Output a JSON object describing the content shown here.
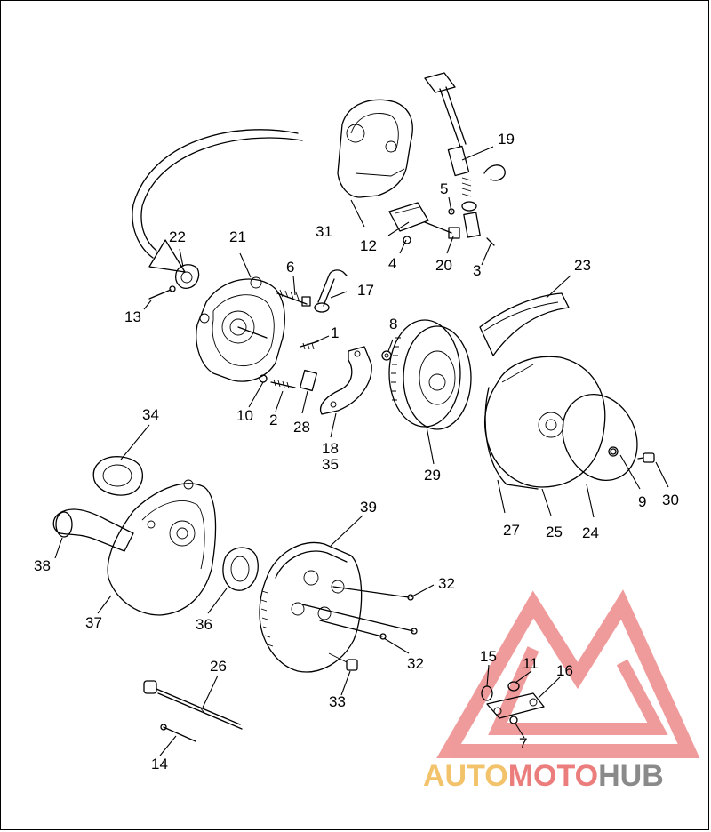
{
  "diagram": {
    "callouts": [
      "1",
      "2",
      "3",
      "4",
      "5",
      "6",
      "7",
      "8",
      "9",
      "10",
      "11",
      "12",
      "13",
      "14",
      "15",
      "16",
      "17",
      "18",
      "35",
      "19",
      "20",
      "21",
      "22",
      "23",
      "24",
      "25",
      "26",
      "27",
      "28",
      "29",
      "30",
      "31",
      "32",
      "32",
      "33",
      "34",
      "36",
      "37",
      "38",
      "39"
    ]
  },
  "watermark": {
    "part1": "AUTO",
    "part2": "MOTO",
    "part3": "HUB",
    "color_yellow": "#f2c36b",
    "color_red": "#ec7d7d",
    "color_gray": "#8a8a8a",
    "color_triangle": "#ee8a8a"
  }
}
